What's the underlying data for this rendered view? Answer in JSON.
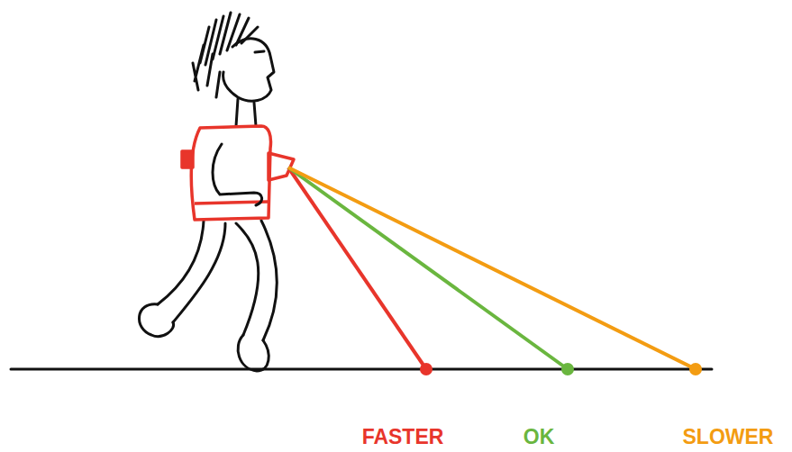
{
  "diagram": {
    "labels": [
      "FASTER",
      "OK",
      "SLOWER"
    ]
  }
}
